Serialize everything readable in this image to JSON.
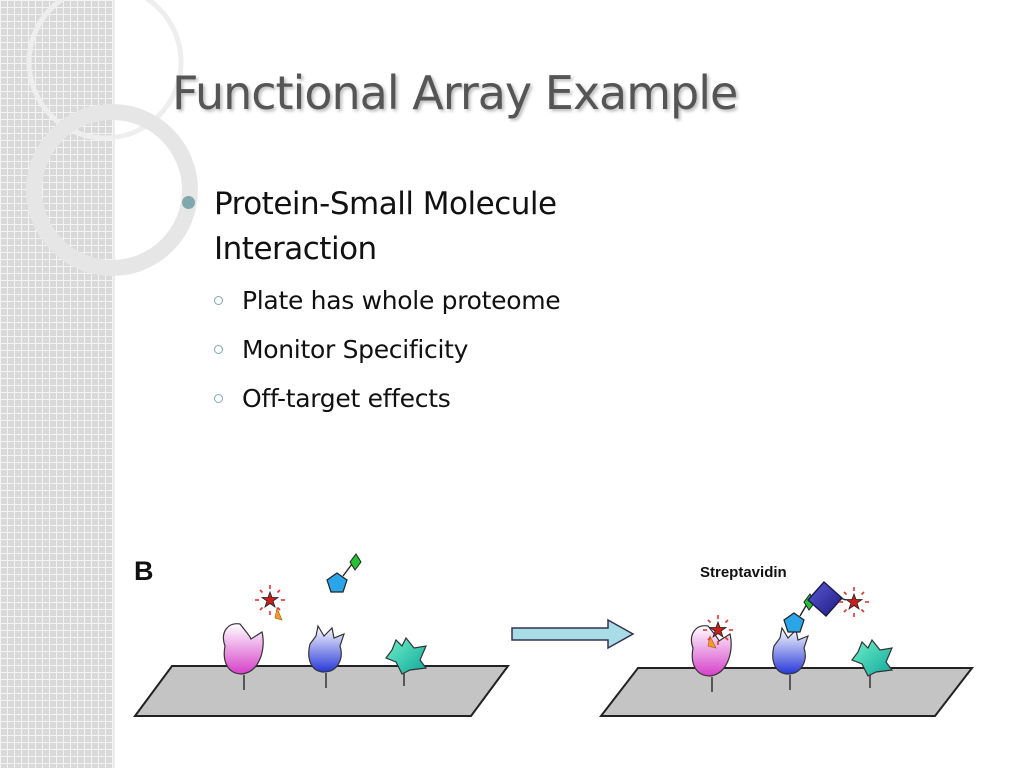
{
  "slide": {
    "title": "Functional Array Example",
    "bullets": [
      {
        "text": "Protein-Small Molecule Interaction",
        "children": [
          "Plate has whole proteome",
          "Monitor Specificity",
          "Off-target effects"
        ]
      }
    ]
  },
  "figure": {
    "panel_label": "B",
    "streptavidin_label": "Streptavidin"
  },
  "colors": {
    "title": "#555555",
    "bullet_accent": "#7fa8ae",
    "plate_fill": "#c4c4c4",
    "arrow_fill": "#a8dce6"
  }
}
